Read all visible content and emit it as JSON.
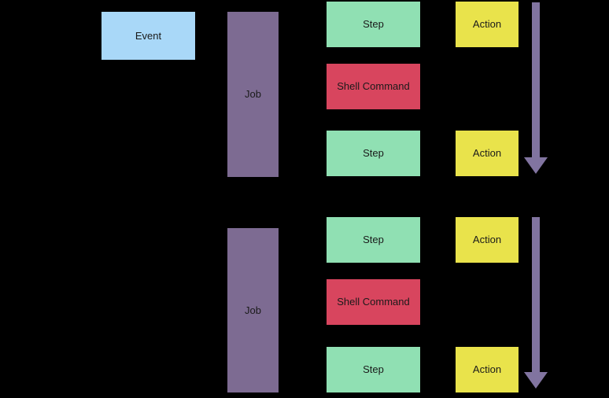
{
  "colors": {
    "background": "#000000",
    "event": "#a9d8f8",
    "job": "#7d6b92",
    "step": "#90e0b3",
    "shell_command": "#d8455e",
    "action": "#e9e34b",
    "arrow": "#8174a0",
    "label_text": "#1a1a1a"
  },
  "diagram": {
    "event": {
      "label": "Event"
    },
    "groups": [
      {
        "job": {
          "label": "Job"
        },
        "steps": [
          {
            "kind": "step",
            "label": "Step"
          },
          {
            "kind": "shell-command",
            "label": "Shell Command"
          },
          {
            "kind": "step",
            "label": "Step"
          }
        ],
        "actions": [
          {
            "label": "Action"
          },
          {
            "label": "Action"
          }
        ]
      },
      {
        "job": {
          "label": "Job"
        },
        "steps": [
          {
            "kind": "step",
            "label": "Step"
          },
          {
            "kind": "shell-command",
            "label": "Shell Command"
          },
          {
            "kind": "step",
            "label": "Step"
          }
        ],
        "actions": [
          {
            "label": "Action"
          },
          {
            "label": "Action"
          }
        ]
      }
    ]
  }
}
